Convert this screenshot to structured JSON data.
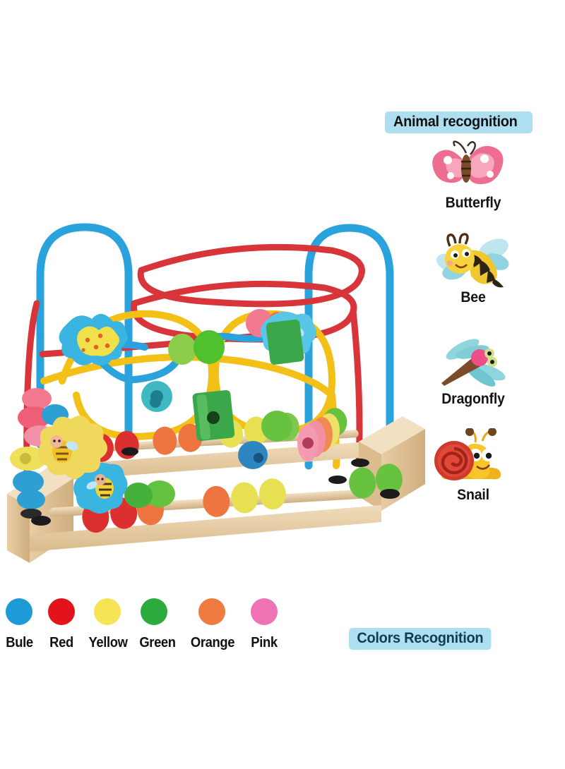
{
  "background_color": "#ffffff",
  "animal_panel": {
    "header": "Animal recognition",
    "header_band_color": "#aedff0",
    "items": [
      {
        "label": "Butterfly",
        "icon": "butterfly-icon",
        "color": "#ee6e91"
      },
      {
        "label": "Bee",
        "icon": "bee-icon",
        "color": "#f6c322"
      },
      {
        "label": "Dragonfly",
        "icon": "dragonfly-icon",
        "color": "#79cfd4"
      },
      {
        "label": "Snail",
        "icon": "snail-icon",
        "color": "#f0b21c"
      }
    ]
  },
  "colors_section": {
    "badge": "Colors Recognition",
    "badge_band_color": "#aedff0",
    "badge_text_color": "#123a52",
    "swatches": [
      {
        "label": "Bule",
        "hex": "#1e9ad6"
      },
      {
        "label": "Red",
        "hex": "#e2131a"
      },
      {
        "label": "Yellow",
        "hex": "#f7e455"
      },
      {
        "label": "Green",
        "hex": "#2bab3e"
      },
      {
        "label": "Orange",
        "hex": "#ef7b40"
      },
      {
        "label": "Pink",
        "hex": "#ef72b5"
      }
    ]
  },
  "toy": {
    "name": "wooden-bead-maze-toy",
    "wire_colors": {
      "blue": "#2aa3dc",
      "red": "#d8353a",
      "yellow": "#f2c017"
    },
    "base_wood_color": "#e4c79c",
    "bead_colors": {
      "red": "#dc3030",
      "orange": "#ef7540",
      "yellow": "#e8e053",
      "green": "#66c23f",
      "blue": "#2e9fd4",
      "pink": "#f2798f",
      "darkgreen": "#35a03a",
      "lightgreen": "#8ccd4c",
      "teal": "#3fb8c4"
    },
    "abacus_top_row": [
      "red",
      "red",
      "orange",
      "orange",
      "yellow",
      "yellow",
      "green",
      "green"
    ],
    "abacus_bottom_row": [
      "red",
      "red",
      "orange",
      "orange",
      "yellow",
      "yellow",
      "green",
      "green"
    ],
    "figurines": [
      "butterfly-block",
      "bee-block",
      "dragonfly-block",
      "bee-flower-block"
    ]
  }
}
